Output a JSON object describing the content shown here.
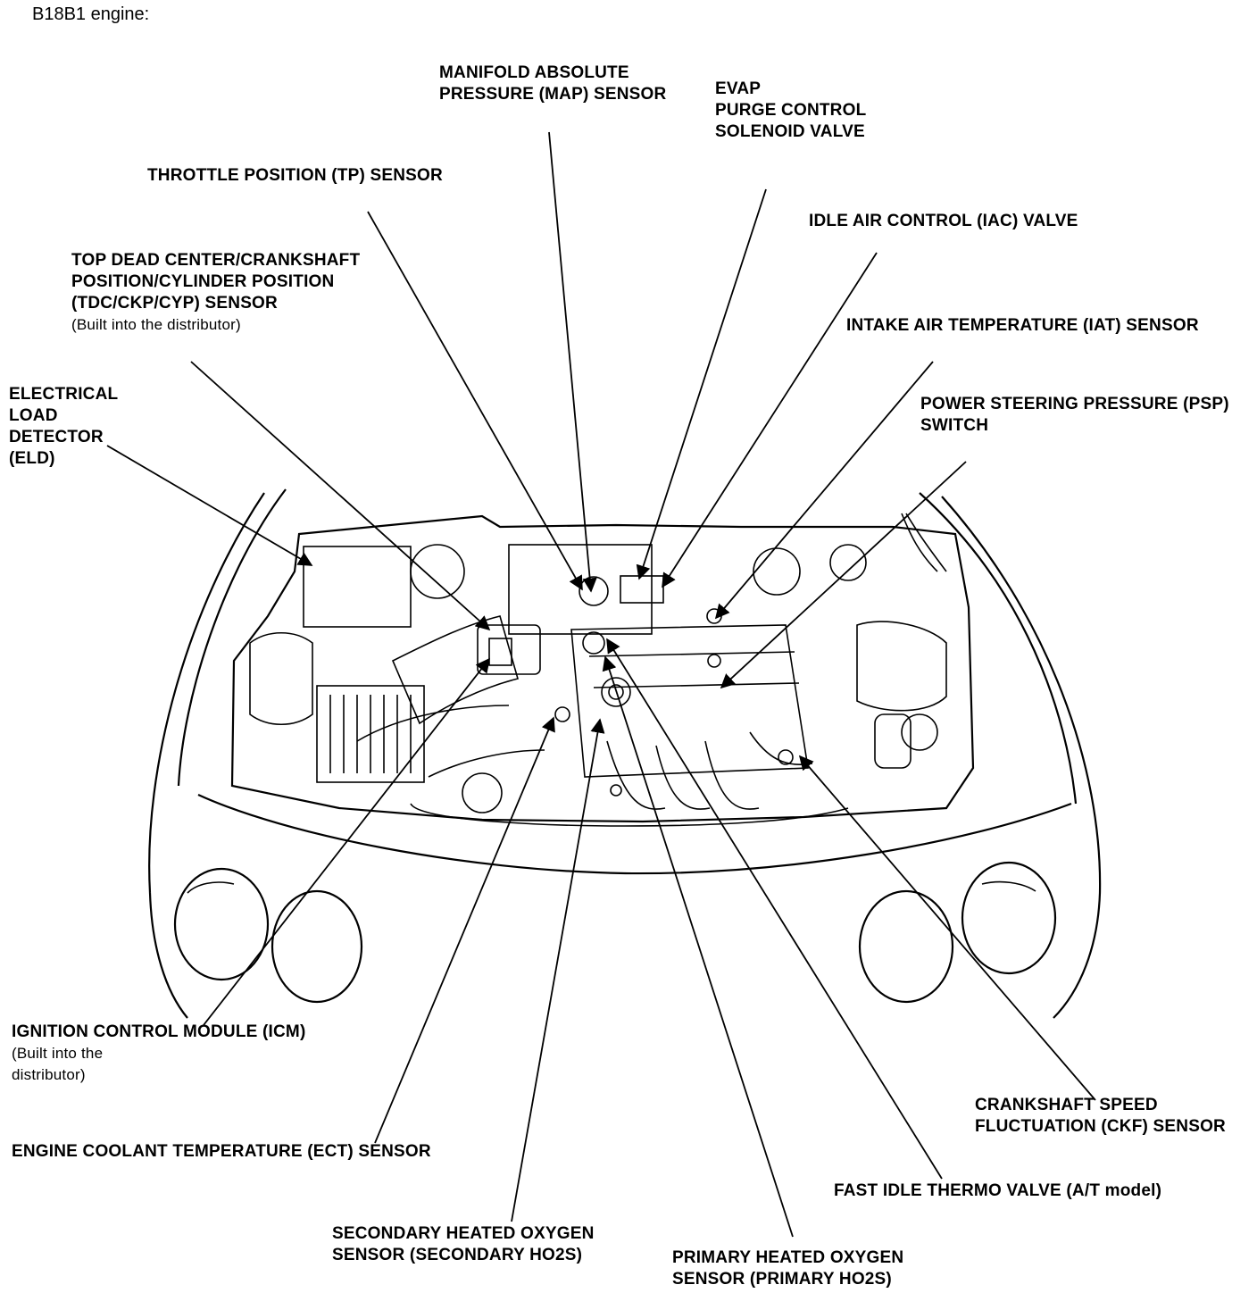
{
  "title": "B18B1 engine:",
  "labels": {
    "map": [
      "MANIFOLD ABSOLUTE",
      "PRESSURE (MAP) SENSOR"
    ],
    "evap": [
      "EVAP",
      "PURGE CONTROL",
      "SOLENOID VALVE"
    ],
    "tp": [
      "THROTTLE POSITION (TP) SENSOR"
    ],
    "iac": [
      "IDLE AIR CONTROL (IAC) VALVE"
    ],
    "tdc": [
      "TOP DEAD CENTER/CRANKSHAFT",
      "POSITION/CYLINDER POSITION",
      "(TDC/CKP/CYP) SENSOR"
    ],
    "tdc_note": "(Built into the distributor)",
    "iat": [
      "INTAKE AIR TEMPERATURE (IAT) SENSOR"
    ],
    "eld": [
      "ELECTRICAL",
      "LOAD",
      "DETECTOR",
      "(ELD)"
    ],
    "psp": [
      "POWER STEERING PRESSURE (PSP)",
      "SWITCH"
    ],
    "icm": [
      "IGNITION CONTROL MODULE (ICM)"
    ],
    "icm_note": [
      "(Built into the",
      "distributor)"
    ],
    "ckf": [
      "CRANKSHAFT SPEED",
      "FLUCTUATION (CKF) SENSOR"
    ],
    "ect": [
      "ENGINE COOLANT TEMPERATURE (ECT) SENSOR"
    ],
    "fit": [
      "FAST IDLE THERMO VALVE (A/T model)"
    ],
    "sho2s": [
      "SECONDARY HEATED OXYGEN",
      "SENSOR (SECONDARY HO2S)"
    ],
    "pho2s": [
      "PRIMARY HEATED OXYGEN",
      "SENSOR (PRIMARY HO2S)"
    ]
  }
}
